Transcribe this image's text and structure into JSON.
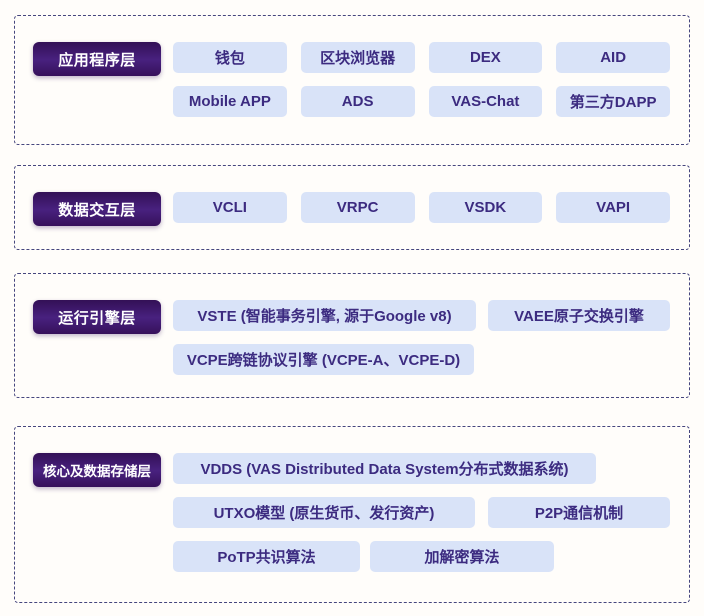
{
  "colors": {
    "page_background": "#fffdfa",
    "dashed_border": "#45457d",
    "label_gradient_top": "#331056",
    "label_gradient_mid": "#48217f",
    "label_gradient_bottom": "#36105a",
    "label_text": "#ffffff",
    "box_background": "#d9e3f8",
    "box_text": "#3c2b80"
  },
  "layers": [
    {
      "id": "application",
      "label": "应用程序层",
      "rows": [
        [
          "钱包",
          "区块浏览器",
          "DEX",
          "AID"
        ],
        [
          "Mobile APP",
          "ADS",
          "VAS-Chat",
          "第三方DAPP"
        ]
      ]
    },
    {
      "id": "data-interaction",
      "label": "数据交互层",
      "rows": [
        [
          "VCLI",
          "VRPC",
          "VSDK",
          "VAPI"
        ]
      ]
    },
    {
      "id": "runtime-engine",
      "label": "运行引擎层",
      "rows": [
        [
          "VSTE (智能事务引擎, 源于Google v8)",
          "VAEE原子交换引擎"
        ],
        [
          "VCPE跨链协议引擎 (VCPE-A、VCPE-D)"
        ]
      ]
    },
    {
      "id": "core-storage",
      "label": "核心及数据存储层",
      "rows": [
        [
          "VDDS (VAS Distributed Data System分布式数据系统)"
        ],
        [
          "UTXO模型 (原生货币、发行资产)",
          "P2P通信机制"
        ],
        [
          "PoTP共识算法",
          "加解密算法"
        ]
      ]
    }
  ]
}
